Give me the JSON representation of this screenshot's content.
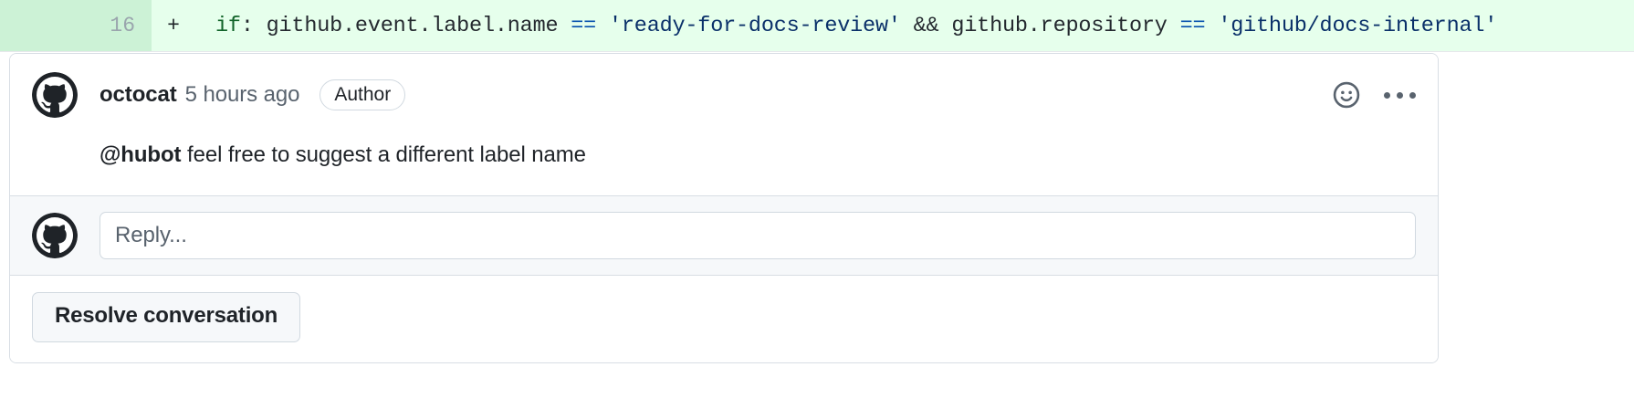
{
  "diff": {
    "line_number": "16",
    "marker": "+",
    "added_bg": "#e6ffec",
    "gutter_bg": "#ccf2d6",
    "code_tokens": [
      {
        "text": "if",
        "kind": "key"
      },
      {
        "text": ": github.event.label.name ",
        "kind": "plain"
      },
      {
        "text": "==",
        "kind": "op"
      },
      {
        "text": " 'ready-for-docs-review'",
        "kind": "str"
      },
      {
        "text": " && github.repository ",
        "kind": "plain"
      },
      {
        "text": "==",
        "kind": "op"
      },
      {
        "text": " 'github/docs-internal'",
        "kind": "str"
      }
    ],
    "code_plain": "if: github.event.label.name == 'ready-for-docs-review' && github.repository == 'github/docs-internal'"
  },
  "comment": {
    "avatar_alt": "octocat-avatar",
    "author": "octocat",
    "timestamp": "5 hours ago",
    "badge": "Author",
    "body_mention": "@hubot",
    "body_rest": " feel free to suggest a different label name",
    "actions": {
      "reaction_icon": "smiley-icon",
      "menu_icon": "kebab-horizontal-icon"
    }
  },
  "reply": {
    "avatar_alt": "viewer-avatar",
    "placeholder": "Reply...",
    "value": ""
  },
  "footer": {
    "resolve_label": "Resolve conversation"
  },
  "colors": {
    "border": "#d8dee4",
    "muted_text": "#59636e",
    "text": "#1f2328",
    "reply_bg": "#f6f8fa",
    "button_bg": "#f6f8fa"
  }
}
